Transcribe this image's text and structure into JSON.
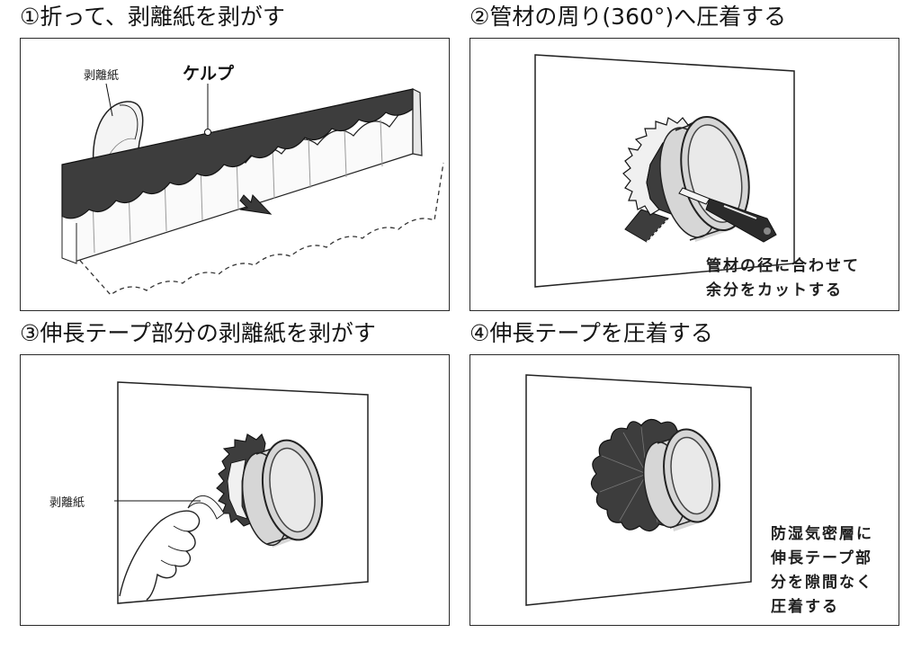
{
  "steps": [
    {
      "title": "①折って、剥離紙を剥がす",
      "labels": {
        "release_paper": "剥離紙",
        "kelp": "ケルプ"
      }
    },
    {
      "title": "②管材の周り(360°)へ圧着する",
      "caption": [
        "管材の径に合わせて",
        "余分をカットする"
      ]
    },
    {
      "title": "③伸長テープ部分の剥離紙を剥がす",
      "labels": {
        "release_paper": "剥離紙"
      }
    },
    {
      "title": "④伸長テープを圧着する",
      "caption": [
        "防湿気密層に",
        "伸長テープ部",
        "分を隙間なく",
        "圧着する"
      ]
    }
  ],
  "colors": {
    "tape_dark": "#3d3d3d",
    "pipe_light": "#d6d6d6",
    "line": "#222222",
    "cutter_dark": "#2b2b2b"
  },
  "icons": {
    "arrow": "arrow-icon",
    "cutter": "cutter-icon",
    "hand": "hand-icon"
  }
}
